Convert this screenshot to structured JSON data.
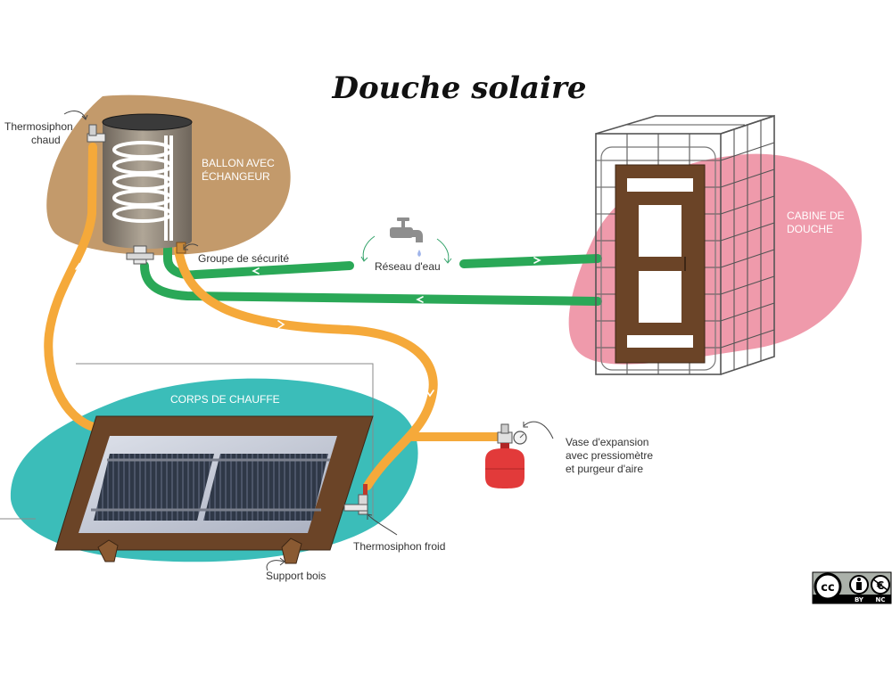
{
  "title": "Douche solaire",
  "labels": {
    "thermosiphon_chaud_1": "Thermosiphon",
    "thermosiphon_chaud_2": "chaud",
    "ballon_1": "BALLON AVEC",
    "ballon_2": "ÉCHANGEUR",
    "groupe_securite": "Groupe de sécurité",
    "reseau_eau": "Réseau d'eau",
    "cabine_1": "CABINE DE",
    "cabine_2": "DOUCHE",
    "corps_chauffe": "CORPS DE CHAUFFE",
    "vase_1": "Vase d'expansion",
    "vase_2": "avec pressiomètre",
    "vase_3": "et purgeur d'aire",
    "thermosiphon_froid": "Thermosiphon froid",
    "support_bois": "Support bois"
  },
  "license": {
    "cc": "cc",
    "by": "BY",
    "nc": "NC"
  },
  "colors": {
    "hot_pipe": "#f5a93a",
    "water_pipe": "#2aa857",
    "tank_blob": "#c39a6b",
    "collector_blob": "#3bbdb9",
    "cabin_blob": "#ef9aab",
    "wood": "#6b4427",
    "expansion_vessel": "#e23a3a"
  }
}
